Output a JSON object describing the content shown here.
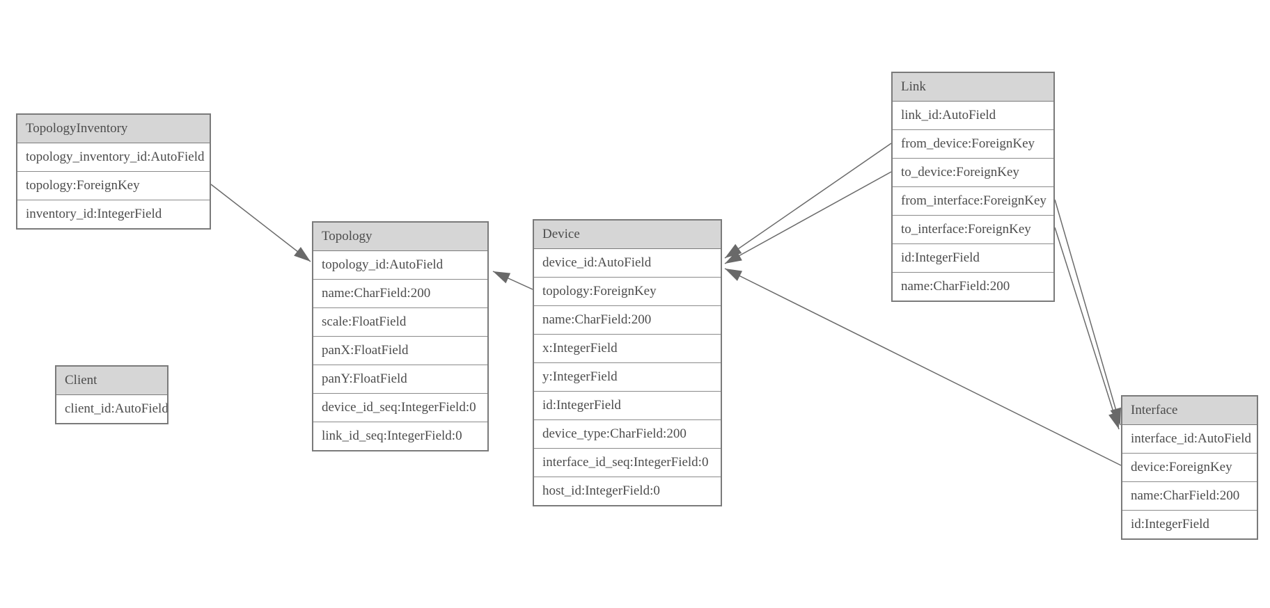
{
  "diagram": {
    "type": "entity-relationship-model",
    "colors": {
      "background": "#ffffff",
      "header_fill": "#d6d6d6",
      "box_border": "#7a7a7a",
      "row_divider": "#8a8a8a",
      "text": "#4c4c4c",
      "relationship_line": "#6a6a6a",
      "arrowhead_fill": "#696969"
    },
    "entities": [
      {
        "name": "TopologyInventory",
        "fields": [
          "topology_inventory_id:AutoField",
          "topology:ForeignKey",
          "inventory_id:IntegerField"
        ]
      },
      {
        "name": "Topology",
        "fields": [
          "topology_id:AutoField",
          "name:CharField:200",
          "scale:FloatField",
          "panX:FloatField",
          "panY:FloatField",
          "device_id_seq:IntegerField:0",
          "link_id_seq:IntegerField:0"
        ]
      },
      {
        "name": "Client",
        "fields": [
          "client_id:AutoField"
        ]
      },
      {
        "name": "Device",
        "fields": [
          "device_id:AutoField",
          "topology:ForeignKey",
          "name:CharField:200",
          "x:IntegerField",
          "y:IntegerField",
          "id:IntegerField",
          "device_type:CharField:200",
          "interface_id_seq:IntegerField:0",
          "host_id:IntegerField:0"
        ]
      },
      {
        "name": "Link",
        "fields": [
          "link_id:AutoField",
          "from_device:ForeignKey",
          "to_device:ForeignKey",
          "from_interface:ForeignKey",
          "to_interface:ForeignKey",
          "id:IntegerField",
          "name:CharField:200"
        ]
      },
      {
        "name": "Interface",
        "fields": [
          "interface_id:AutoField",
          "device:ForeignKey",
          "name:CharField:200",
          "id:IntegerField"
        ]
      }
    ],
    "relationships": [
      {
        "from": "TopologyInventory.topology",
        "to": "Topology.topology_id"
      },
      {
        "from": "Device.topology",
        "to": "Topology.topology_id"
      },
      {
        "from": "Link.from_device",
        "to": "Device.device_id"
      },
      {
        "from": "Link.to_device",
        "to": "Device.device_id"
      },
      {
        "from": "Link.from_interface",
        "to": "Interface.interface_id"
      },
      {
        "from": "Link.to_interface",
        "to": "Interface.interface_id"
      },
      {
        "from": "Interface.device",
        "to": "Device.device_id"
      }
    ]
  }
}
